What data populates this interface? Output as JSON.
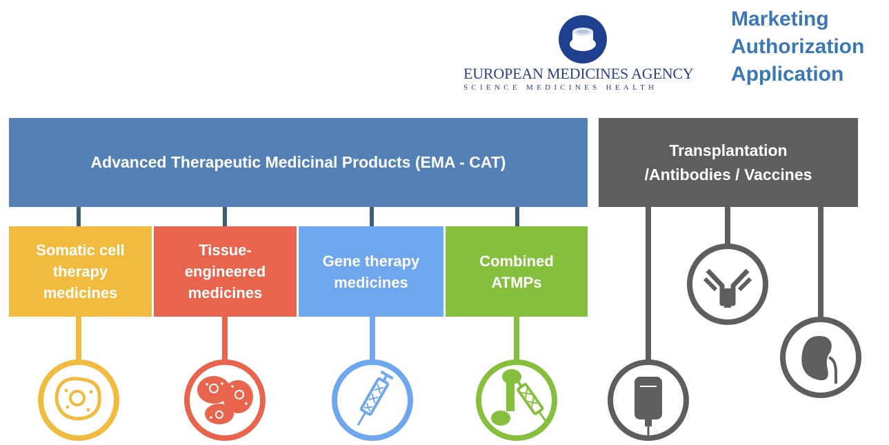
{
  "header": {
    "agency_name": "EUROPEAN MEDICINES AGENCY",
    "agency_tagline": "SCIENCE  MEDICINES  HEALTH",
    "title": "Marketing\nAuthorization\nApplication"
  },
  "atmp": {
    "label": "Advanced Therapeutic Medicinal Products (EMA - CAT)",
    "categories": [
      {
        "label": "Somatic cell\ntherapy\nmedicines",
        "icon": "cell-icon"
      },
      {
        "label": "Tissue-\nengineered\nmedicines",
        "icon": "tissue-cells-icon"
      },
      {
        "label": "Gene therapy\nmedicines",
        "icon": "syringe-dna-icon"
      },
      {
        "label": "Combined\nATMPs",
        "icon": "combined-atmp-icon"
      }
    ]
  },
  "other": {
    "label": "Transplantation\n/Antibodies / Vaccines",
    "icons": [
      "iv-bag-icon",
      "antibody-icon",
      "kidney-icon"
    ]
  },
  "colors": {
    "atmp_header": "#5381b6",
    "somatic": "#f0bb3e",
    "tissue": "#e9644d",
    "gene": "#6fa7ee",
    "combined": "#86bf3c",
    "other_header": "#5e5e5e",
    "ema_blue": "#2b3f8a",
    "title_blue": "#3a78b5"
  }
}
